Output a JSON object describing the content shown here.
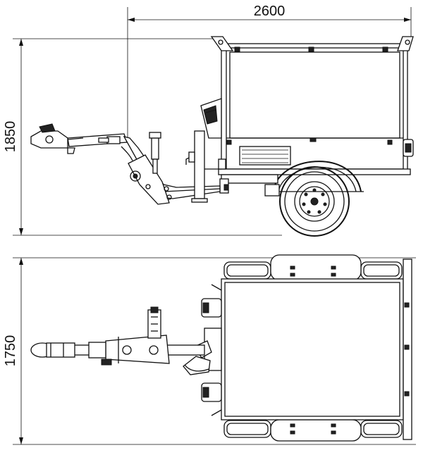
{
  "drawing": {
    "dimension_width": "2600",
    "dimension_height": "1850",
    "dimension_depth": "1750"
  },
  "views": {
    "side": {
      "parts": [
        "drawbar",
        "coupling-head",
        "jockey-wheel",
        "support-leg",
        "generator-canopy",
        "mudguard",
        "road-wheel"
      ]
    },
    "top": {
      "parts": [
        "drawbar",
        "coupling-head",
        "jockey-wheel",
        "canopy-roof",
        "mudguards",
        "road-wheels",
        "lamps"
      ]
    }
  },
  "colors": {
    "line": "#111111",
    "background": "#ffffff"
  }
}
